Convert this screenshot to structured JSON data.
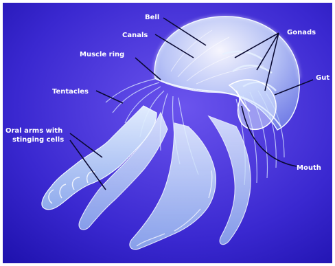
{
  "diagram": {
    "labels": {
      "bell": "Bell",
      "canals": "Canals",
      "muscle_ring": "Muscle ring",
      "tentacles": "Tentacles",
      "oral_arms_line1": "Oral arms with",
      "oral_arms_line2": "stinging cells",
      "gonads": "Gonads",
      "gut": "Gut",
      "mouth": "Mouth"
    },
    "colors": {
      "background_light": "#6b54ee",
      "background_dark": "#1a0ea8",
      "body_light": "#e9f4ff",
      "body_mid": "#a9c8f5",
      "label_text": "#ffffff",
      "leader_line": "#0a0a33"
    }
  }
}
